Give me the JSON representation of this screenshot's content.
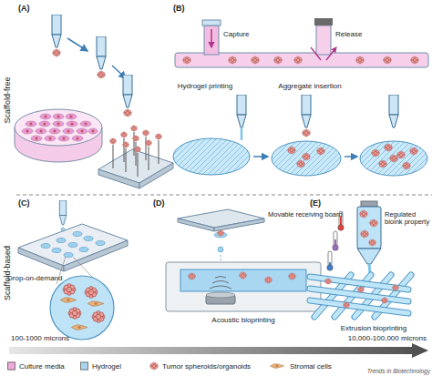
{
  "diagram": {
    "labels": [
      "(A)",
      "(B)",
      "Scaffold-free",
      "Capture",
      "Release",
      "Hydrogel printing",
      "Aggregate insertion",
      "(C)",
      "(D)",
      "(E)",
      "Scaffold-based",
      "Drop-on-demand",
      "Movable receiving board",
      "Acoustic bioprinting",
      "Regulated bioink property",
      "Extrusion bioprinting",
      "100-1000 microns",
      "10,000-100,000 microns",
      "Trends in Biotechnology"
    ],
    "legend": [
      {
        "text": "Culture media",
        "color": "#efa9dc"
      },
      {
        "text": "Hydrogel",
        "color": "#a9d6f0"
      },
      {
        "text": "Tumor spheroids/organoids"
      },
      {
        "text": "Stromal cells"
      }
    ]
  }
}
